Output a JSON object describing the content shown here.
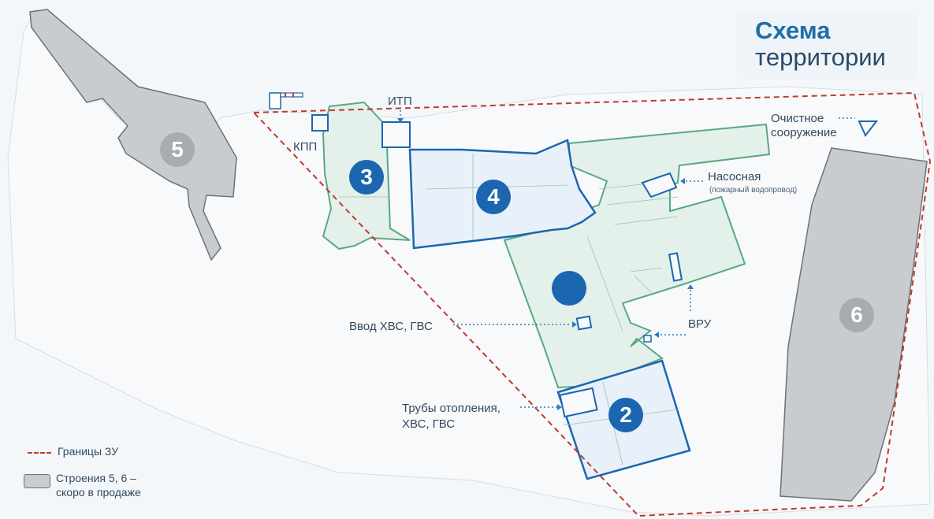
{
  "title": {
    "line1": "Схема",
    "line2": "территории"
  },
  "buildings": [
    {
      "id": "3",
      "color": "blue"
    },
    {
      "id": "4",
      "color": "blue"
    },
    {
      "id": "2",
      "color": "blue"
    },
    {
      "id": "5",
      "color": "grey"
    },
    {
      "id": "6",
      "color": "grey"
    }
  ],
  "labels": {
    "itp": "ИТП",
    "kpp": "КПП",
    "treatment": "Очистное\nсооружение",
    "treatment_1": "Очистное",
    "treatment_2": "сооружение",
    "pump": "Насосная",
    "pump_note": "(пожарный водопровод)",
    "vru": "ВРУ",
    "water_input": "Ввод ХВС, ГВС",
    "pipes_1": "Трубы отопления,",
    "pipes_2": "ХВС, ГВС"
  },
  "legend": {
    "boundary": "Границы ЗУ",
    "buildings_for_sale_1": "Строения 5, 6 –",
    "buildings_for_sale_2": "скоро в продаже"
  },
  "colors": {
    "accent_blue": "#1c66b0",
    "boundary_red": "#c0392b",
    "green_outline": "#5aa882",
    "green_fill": "#e3f1ea",
    "grey_building": "#c9ccce"
  }
}
